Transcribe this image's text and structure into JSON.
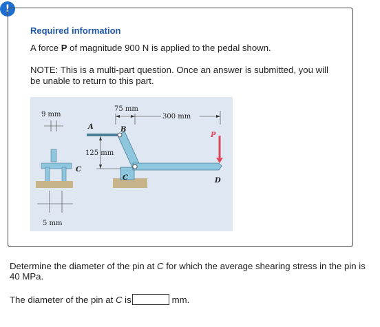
{
  "alert": {
    "icon": "exclamation-icon",
    "glyph": "!",
    "color": "#1f6fd1"
  },
  "info": {
    "title": "Required information",
    "line1": {
      "pre": "A force ",
      "bold": "P",
      "post": " of magnitude 900 N is applied to the pedal shown."
    },
    "note": "NOTE: This is a multi-part question. Once an answer is submitted, you will be unable to return to this part."
  },
  "figure": {
    "labels": {
      "dim_9": "9 mm",
      "dim_75": "75 mm",
      "dim_300": "300 mm",
      "dim_125": "125 mm",
      "dim_5": "5 mm",
      "A": "A",
      "B": "B",
      "C": "C",
      "C2": "C",
      "D": "D",
      "P": "P"
    },
    "colors": {
      "background": "#dfe7f3",
      "link": "#8ec6de",
      "ground": "#c8b48a",
      "force": "#e0475b"
    }
  },
  "question": {
    "pre": "Determine the diameter of the pin at ",
    "italic": "C",
    "post": " for which the average shearing stress in the pin is 40 MPa."
  },
  "answer": {
    "label_pre": "The diameter of the pin at ",
    "label_italic": "C",
    "label_post": " is",
    "value": "",
    "unit": "mm."
  }
}
